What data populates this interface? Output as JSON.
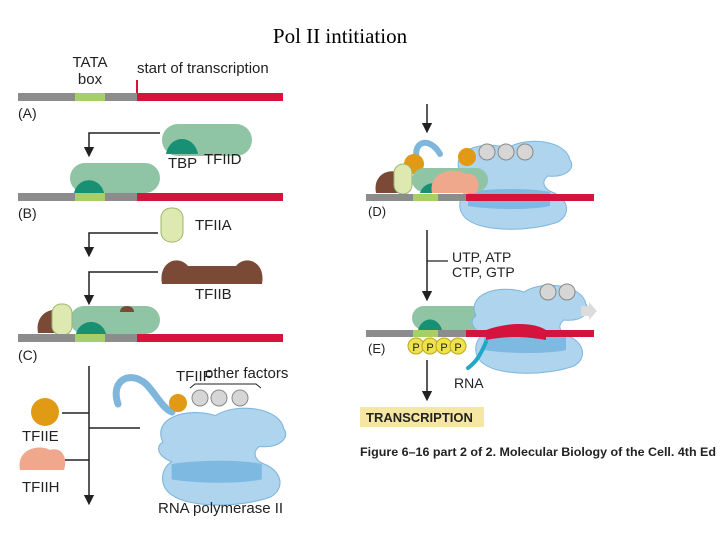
{
  "slide": {
    "title": "Pol II intitiation"
  },
  "diagram": {
    "labels": {
      "tata": "TATA",
      "box": "box",
      "start": "start of transcription",
      "tbp": "TBP",
      "tfiid": "TFIID",
      "tfiia": "TFIIA",
      "tfiib": "TFIIB",
      "tfiif": "TFIIF",
      "other_factors": "other factors",
      "tfiie": "TFIIE",
      "tfiih": "TFIIH",
      "rnap": "RNA polymerase II",
      "ntp1": "UTP, ATP",
      "ntp2": "CTP, GTP",
      "rna": "RNA",
      "transcription": "TRANSCRIPTION",
      "phospho": "P",
      "caption": "Figure 6–16 part 2 of 2. Molecular Biology of the Cell. 4th Ed"
    },
    "panels": {
      "a": "(A)",
      "b": "(B)",
      "c": "(C)",
      "d": "(D)",
      "e": "(E)"
    },
    "colors": {
      "dna_gray": "#8c8c8c",
      "tata_green": "#a6cf6a",
      "transcript_red": "#d4143c",
      "tfiid": "#8fc4a4",
      "tbp": "#179074",
      "tfiia": "#dde9b0",
      "tfiib": "#7a4a36",
      "tfiie": "#e09a14",
      "tfiih": "#f0a88c",
      "polymerase": "#aed4ee",
      "polymerase_dark": "#72b2de",
      "small_factor": "#d6d6d6",
      "phospho": "#f0e24a",
      "rna": "#23a7c9",
      "transcription_bg": "#f5e7a2"
    }
  }
}
